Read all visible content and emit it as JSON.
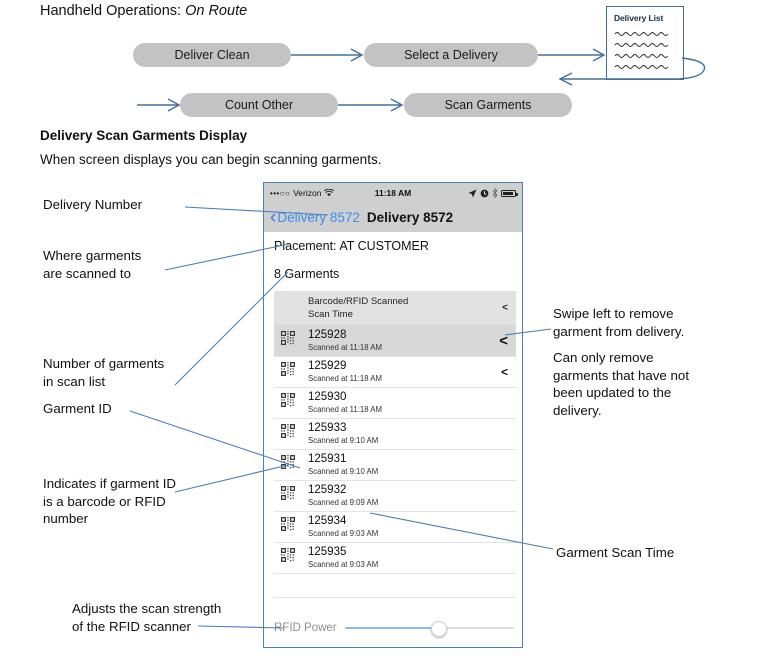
{
  "flow": {
    "title_prefix": "Handheld Operations: ",
    "title_emphasis": "On Route",
    "nodes": [
      {
        "id": "deliver-clean",
        "label": "Deliver Clean"
      },
      {
        "id": "select-a-delivery",
        "label": "Select a Delivery"
      },
      {
        "id": "count-other",
        "label": "Count Other"
      },
      {
        "id": "scan-garments",
        "label": "Scan Garments"
      }
    ],
    "document": {
      "label": "Delivery List",
      "line_count": 4
    }
  },
  "section": {
    "heading": "Delivery Scan Garments Display",
    "subtext": "When screen displays you can begin scanning garments."
  },
  "phone": {
    "status_bar": {
      "signal_dots": "•••○○",
      "carrier": "Verizon",
      "wifi_icon": "wifi-icon",
      "time": "11:18 AM",
      "location_icon": "location-arrow-icon",
      "alarm_icon": "alarm-icon",
      "bluetooth_icon": "bluetooth-icon",
      "battery_icon": "battery-icon"
    },
    "nav_bar": {
      "back_icon": "chevron-left-icon",
      "back_label": "Delivery 8572",
      "title": "Delivery 8572"
    },
    "placement": "Placement: AT CUSTOMER",
    "garment_count": "8 Garments",
    "list_header": {
      "col1": "Barcode/RFID Scanned",
      "col2": "Scan Time",
      "swipe_icon": "chevron-left-icon"
    },
    "rows": [
      {
        "id": "125928",
        "time": "Scanned at 11:18 AM",
        "icon": "qr-code-icon",
        "selected": true,
        "swipe_icon": "chevron-left-icon"
      },
      {
        "id": "125929",
        "time": "Scanned at 11:18 AM",
        "icon": "qr-code-icon",
        "selected": false,
        "swipe_icon": "chevron-left-icon"
      },
      {
        "id": "125930",
        "time": "Scanned at 11:18 AM",
        "icon": "qr-code-icon",
        "selected": false,
        "swipe_icon": ""
      },
      {
        "id": "125933",
        "time": "Scanned at 9:10 AM",
        "icon": "qr-code-icon",
        "selected": false,
        "swipe_icon": ""
      },
      {
        "id": "125931",
        "time": "Scanned at 9:10 AM",
        "icon": "qr-code-icon",
        "selected": false,
        "swipe_icon": ""
      },
      {
        "id": "125932",
        "time": "Scanned at 9:09 AM",
        "icon": "qr-code-icon",
        "selected": false,
        "swipe_icon": ""
      },
      {
        "id": "125934",
        "time": "Scanned at 9:03 AM",
        "icon": "qr-code-icon",
        "selected": false,
        "swipe_icon": ""
      },
      {
        "id": "125935",
        "time": "Scanned at 9:03 AM",
        "icon": "qr-code-icon",
        "selected": false,
        "swipe_icon": ""
      }
    ],
    "empty_row_count": 2,
    "rfid_slider": {
      "label": "RFID Power",
      "value_percent": 56
    }
  },
  "annotations": {
    "delivery_number": "Delivery Number",
    "scanned_to": "Where garments\nare scanned to",
    "garment_count": "Number of garments\nin scan list",
    "garment_id": "Garment ID",
    "barcode_or_rfid": "Indicates if garment ID\nis a barcode or RFID\nnumber",
    "rfid_power": "Adjusts the scan strength\nof the RFID scanner",
    "swipe_left": "Swipe left to remove\ngarment from delivery.",
    "cannot_remove": "Can only remove\ngarments that have not\nbeen updated to the\ndelivery.",
    "scan_time": "Garment Scan Time"
  },
  "colors": {
    "pill_fill": "#c3c3c3",
    "arrow_blue": "#41709c",
    "phone_border": "#4a7ebb",
    "ios_blue": "#3a8ef0",
    "status_bg": "#cfcfcf",
    "slider_fill": "#8cb8e8"
  }
}
